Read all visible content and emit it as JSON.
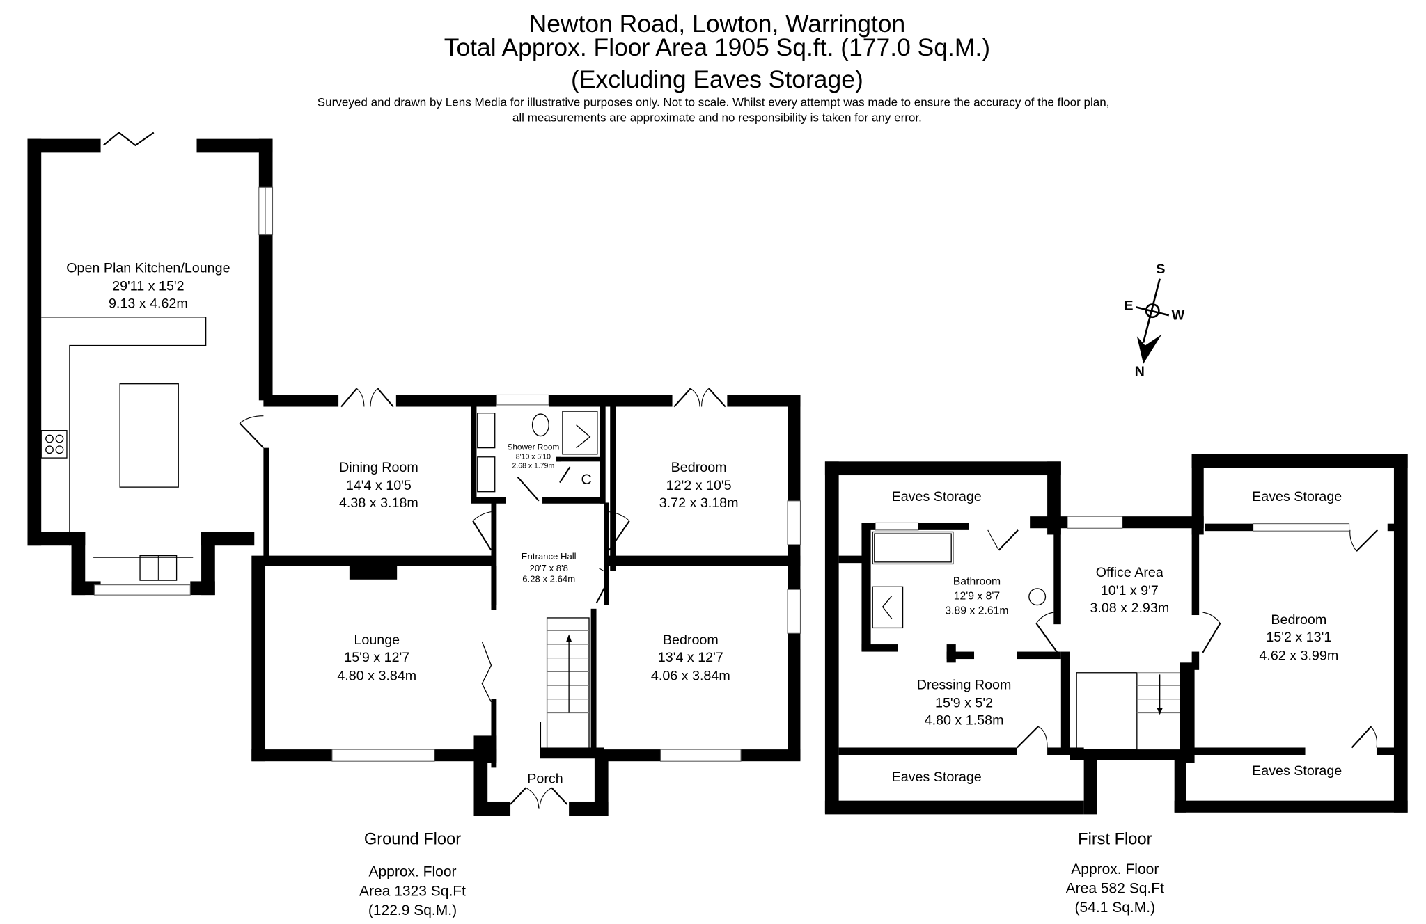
{
  "header": {
    "title": "Newton Road, Lowton, Warrington",
    "total_area": "Total Approx. Floor Area 1905 Sq.ft. (177.0 Sq.M.)",
    "exclusion": "(Excluding Eaves Storage)",
    "disclaimer_line1": "Surveyed and drawn by Lens Media for illustrative purposes only. Not to scale. Whilst every attempt was made to ensure the accuracy of the floor plan,",
    "disclaimer_line2": "all measurements are approximate and no responsibility is taken for any error."
  },
  "ground_floor": {
    "label": "Ground Floor",
    "area_line1": "Approx. Floor",
    "area_line2": "Area 1323 Sq.Ft",
    "area_line3": "(122.9 Sq.M.)",
    "rooms": [
      {
        "name": "Open Plan Kitchen/Lounge",
        "imperial": "29'11 x 15'2",
        "metric": "9.13 x 4.62m"
      },
      {
        "name": "Dining Room",
        "imperial": "14'4 x 10'5",
        "metric": "4.38 x 3.18m"
      },
      {
        "name": "Shower Room",
        "imperial": "8'10 x 5'10",
        "metric": "2.68 x 1.79m"
      },
      {
        "name": "Bedroom",
        "imperial": "12'2 x 10'5",
        "metric": "3.72 x 3.18m"
      },
      {
        "name": "Entrance Hall",
        "imperial": "20'7 x 8'8",
        "metric": "6.28 x 2.64m"
      },
      {
        "name": "Lounge",
        "imperial": "15'9 x 12'7",
        "metric": "4.80 x 3.84m"
      },
      {
        "name": "Bedroom",
        "imperial": "13'4 x 12'7",
        "metric": "4.06 x 3.84m"
      },
      {
        "name": "Porch"
      }
    ],
    "cupboard_label": "C"
  },
  "first_floor": {
    "label": "First Floor",
    "area_line1": "Approx. Floor",
    "area_line2": "Area 582 Sq.Ft",
    "area_line3": "(54.1 Sq.M.)",
    "rooms": [
      {
        "name": "Eaves Storage"
      },
      {
        "name": "Eaves Storage"
      },
      {
        "name": "Bathroom",
        "imperial": "12'9 x 8'7",
        "metric": "3.89 x 2.61m"
      },
      {
        "name": "Office Area",
        "imperial": "10'1 x 9'7",
        "metric": "3.08 x 2.93m"
      },
      {
        "name": "Bedroom",
        "imperial": "15'2 x 13'1",
        "metric": "4.62 x 3.99m"
      },
      {
        "name": "Dressing Room",
        "imperial": "15'9 x 5'2",
        "metric": "4.80 x 1.58m"
      },
      {
        "name": "Eaves Storage"
      },
      {
        "name": "Eaves Storage"
      }
    ]
  },
  "compass": {
    "s": "S",
    "e": "E",
    "w": "W",
    "n": "N",
    "icon": "compass-icon"
  }
}
